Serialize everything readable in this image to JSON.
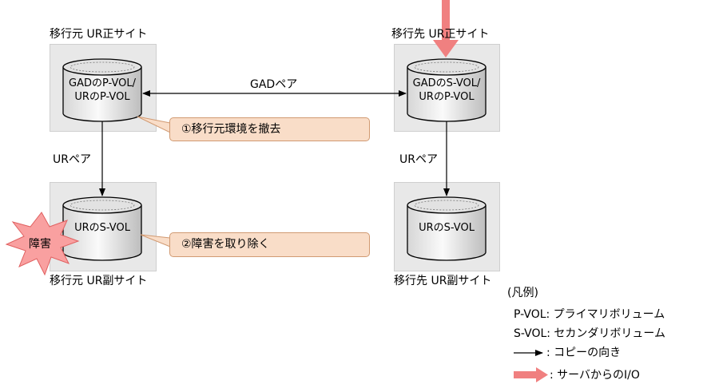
{
  "sites": {
    "src_primary_label": "移行元 UR正サイト",
    "dst_primary_label": "移行先 UR正サイト",
    "src_secondary_label": "移行元 UR副サイト",
    "dst_secondary_label": "移行先 UR副サイト"
  },
  "volumes": {
    "src_primary_line1": "GADのP-VOL/",
    "src_primary_line2": "URのP-VOL",
    "dst_primary_line1": "GADのS-VOL/",
    "dst_primary_line2": "URのP-VOL",
    "src_secondary": "URのS-VOL",
    "dst_secondary": "URのS-VOL"
  },
  "pairs": {
    "gad_pair": "GADペア",
    "ur_pair_left": "URペア",
    "ur_pair_right": "URペア"
  },
  "callouts": {
    "step1": "①移行元環境を撤去",
    "step2": "②障害を取り除く"
  },
  "failure": {
    "label": "障害"
  },
  "legend": {
    "title": "(凡例)",
    "pvol": "P-VOL: プライマリボリューム",
    "svol": "S-VOL: セカンダリボリューム",
    "copy": ": コピーの向き",
    "io": ": サーバからのI/O"
  },
  "colors": {
    "io_arrow": "#f08080",
    "callout_fill": "#f9ddc8",
    "failure_fill": "#f9a0a0"
  }
}
